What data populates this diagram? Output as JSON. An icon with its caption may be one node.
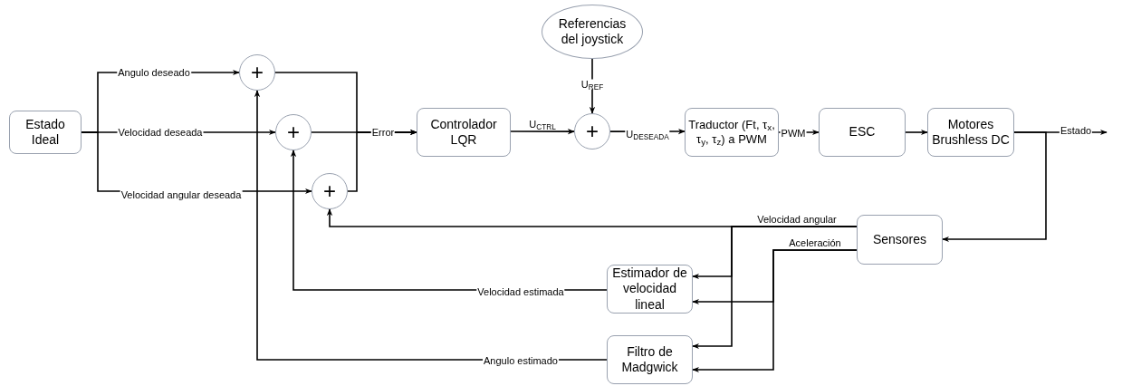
{
  "diagram": {
    "nodes": [
      {
        "text": [
          "Estado Ideal"
        ]
      },
      {
        "text": [
          "+"
        ]
      },
      {
        "text": [
          "+"
        ]
      },
      {
        "text": [
          "+"
        ]
      },
      {
        "text": [
          "Controlador LQR"
        ]
      },
      {
        "text": [
          "Referencias del joystick"
        ]
      },
      {
        "text": [
          "+"
        ]
      },
      {
        "text": [
          "Traductor (Ft, τ$_{x}$, τ$_{y}$, τ$_{z}$) a PWM"
        ]
      },
      {
        "text": [
          "ESC"
        ]
      },
      {
        "text": [
          "Motores Brushless DC"
        ]
      },
      {
        "text": [
          "Sensores"
        ]
      },
      {
        "text": [
          "Estimador de velocidad lineal"
        ]
      },
      {
        "text": [
          "Filtro de Madgwick"
        ]
      }
    ],
    "edges": [
      {
        "from": 0,
        "to": 1,
        "arrow": "to",
        "label": "Angulo deseado"
      },
      {
        "from": 0,
        "to": 2,
        "arrow": "to",
        "label": "Velocidad deseada"
      },
      {
        "from": 0,
        "to": 3,
        "arrow": "to",
        "label": "Velocidad angular deseada"
      },
      {
        "from": 1,
        "to": 4,
        "arrow": "to"
      },
      {
        "from": 2,
        "to": 4,
        "arrow": "to",
        "label": "Error"
      },
      {
        "from": 3,
        "to": 4,
        "arrow": "to"
      },
      {
        "from": 4,
        "to": 6,
        "arrow": "to",
        "label": "U$_{CTRL}$"
      },
      {
        "from": 5,
        "to": 6,
        "arrow": "to",
        "label": "U$_{REF}$"
      },
      {
        "from": 6,
        "to": 7,
        "arrow": "to",
        "label": "U$_{DESEADA}$"
      },
      {
        "from": 7,
        "to": 8,
        "arrow": "to",
        "label": "PWM"
      },
      {
        "from": 8,
        "to": 9,
        "arrow": "to"
      },
      {
        "from": 9,
        "to": null,
        "arrow": "to",
        "label": "Estado"
      },
      {
        "from": 9,
        "to": 10,
        "arrow": "to"
      },
      {
        "from": 10,
        "to": 3,
        "arrow": "to",
        "label": "Velocidad angular"
      },
      {
        "from": 10,
        "to": 11,
        "arrow": "to"
      },
      {
        "from": 10,
        "to": 12,
        "arrow": "to"
      },
      {
        "from": 10,
        "to": 11,
        "arrow": "to",
        "label": "Aceleración"
      },
      {
        "from": 10,
        "to": 12,
        "arrow": "to"
      },
      {
        "from": 11,
        "to": 2,
        "arrow": "to",
        "label": "Velocidad estimada"
      },
      {
        "from": 12,
        "to": 1,
        "arrow": "to",
        "label": "Angulo estimado"
      }
    ]
  }
}
